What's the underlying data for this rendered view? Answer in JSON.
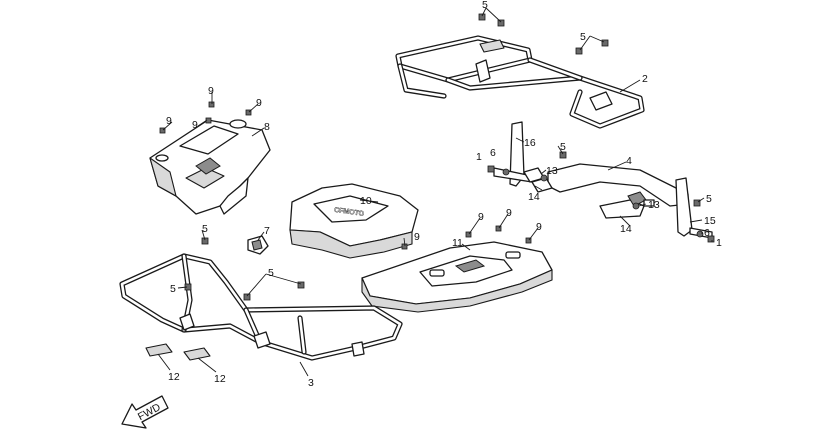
{
  "callouts": {
    "c1a": "1",
    "c1b": "1",
    "c2": "2",
    "c3": "3",
    "c4": "4",
    "c5a": "5",
    "c5b": "5",
    "c5c": "5",
    "c5d": "5",
    "c5e": "5",
    "c5f": "5",
    "c5g": "5",
    "c6a": "6",
    "c6b": "6",
    "c7": "7",
    "c8": "8",
    "c9a": "9",
    "c9b": "9",
    "c9c": "9",
    "c9d": "9",
    "c9e": "9",
    "c9f": "9",
    "c9g": "9",
    "c9h": "9",
    "c10": "10",
    "c11": "11",
    "c12a": "12",
    "c12b": "12",
    "c13a": "13",
    "c13b": "13",
    "c14a": "14",
    "c14b": "14",
    "c15": "15",
    "c16": "16"
  },
  "logo_text": "CFMOTO",
  "fwd_text": "FWD"
}
